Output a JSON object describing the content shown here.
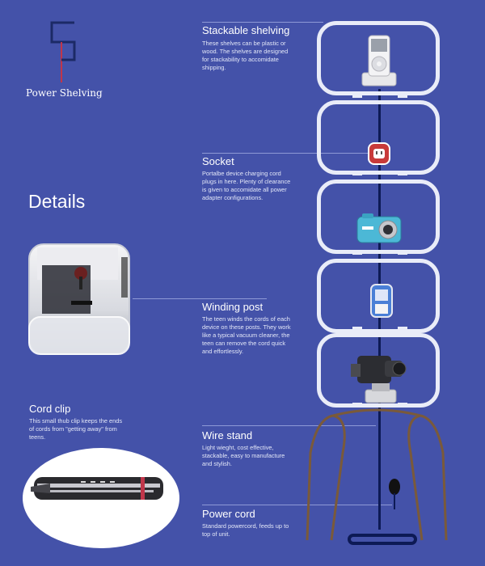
{
  "logo": {
    "title": "Power Shelving",
    "colors": {
      "mark": "#1c2a66",
      "accent": "#c0364a"
    }
  },
  "details_heading": "Details",
  "sections": {
    "stackable": {
      "title": "Stackable shelving",
      "body": "These shelves can be plastic or wood.  The shelves are designed for stackability to accomidate shipping."
    },
    "socket": {
      "title": "Socket",
      "body": "Portalbe device charging cord plugs in here.  Plenty of clearance is given to accomidate all power adapter configurations."
    },
    "winding": {
      "title": "Winding post",
      "body": "The teen winds the cords of each device on these posts.  They work like a typical vacuum cleaner, the teen can remove the cord quick and effortlessly."
    },
    "stand": {
      "title": "Wire stand",
      "body": "Light wieght, cost effective, stackable, easy to manufacture and stylish."
    },
    "powercord": {
      "title": "Power cord",
      "body": "Standard powercord, feeds up to top of unit."
    },
    "cordclip": {
      "title": "Cord clip",
      "body": "This small thub clip keeps the ends of cords from \"getting away\" from teens."
    }
  },
  "devices": [
    "ipod-dock-icon",
    "socket-icon",
    "camera-icon",
    "phone-icon",
    "camcorder-icon"
  ],
  "colors": {
    "background": "#4452a9",
    "shelf": "#e9ecf8",
    "pole": "#0d1a55",
    "stand": "#7a5a3a",
    "socket_red": "#c83a3a"
  }
}
